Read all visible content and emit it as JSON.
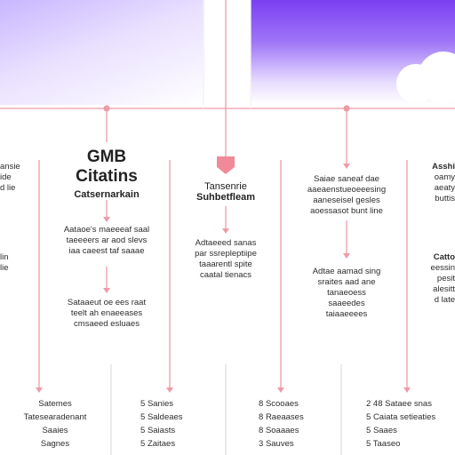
{
  "header": {
    "title_line1": "GMB",
    "title_line2": "Citatins",
    "subtitle": "Catsernarkain"
  },
  "center_header": {
    "line1": "Tansenrie",
    "line2": "Suhbetfleam"
  },
  "left_edge": {
    "top": [
      "ansie",
      "ide",
      "d lie"
    ],
    "bottom": [
      "lin",
      "lie"
    ]
  },
  "right_edge": {
    "top": [
      "Asshi",
      "oamy",
      "aeaty",
      "buttis"
    ],
    "bottom": [
      "Catto",
      "eessin",
      "pesit",
      "alesitt",
      "d late"
    ]
  },
  "blocks": {
    "b1": [
      "Aataoe's maeeeaf saal",
      "taeeeers ar aod slevs",
      "iaa caeest taf saaae"
    ],
    "b2": [
      "Sataaeut oe ees raat",
      "teelt ah enaeeases",
      "cmsaeed esluaes"
    ],
    "b3": [
      "Adtaeeed sanas",
      "par ssrepleptiipe",
      "taaarentl spite",
      "caatal tienacs"
    ],
    "b4": [
      "Saiae saneaf dae",
      "aaeaenstueoeeesing",
      "aaneseisel gesles",
      "aoessasot bunt line"
    ],
    "b5": [
      "Adtae aamad sing",
      "sraites aad ane",
      "tanaeoess",
      "saaeedes",
      "taiaaeeees"
    ]
  },
  "bottom_rows": {
    "c1": [
      "Satemes",
      "Tatesearadenant",
      "Saaies",
      "Sagnes"
    ],
    "c2": [
      "Sanies",
      "Saldeaes",
      "Saiasts",
      "Zaitaes"
    ],
    "c3": [
      "Scooaes",
      "Raeaases",
      "Soaaaes",
      "Sauves"
    ],
    "c4": [
      "2 48 Sataee snas",
      "Caiata setieaties",
      "Saaes",
      "Taaseo"
    ]
  },
  "bottom_numbers": {
    "c2": [
      "5",
      "5",
      "5",
      "5"
    ],
    "c3": [
      "8",
      "8",
      "8",
      "3"
    ],
    "c4": [
      "5",
      "5",
      "5"
    ]
  },
  "colors": {
    "connector": "#ef9aa8",
    "accent_purple": "#7b3ff2",
    "marker": "#f08a99"
  }
}
